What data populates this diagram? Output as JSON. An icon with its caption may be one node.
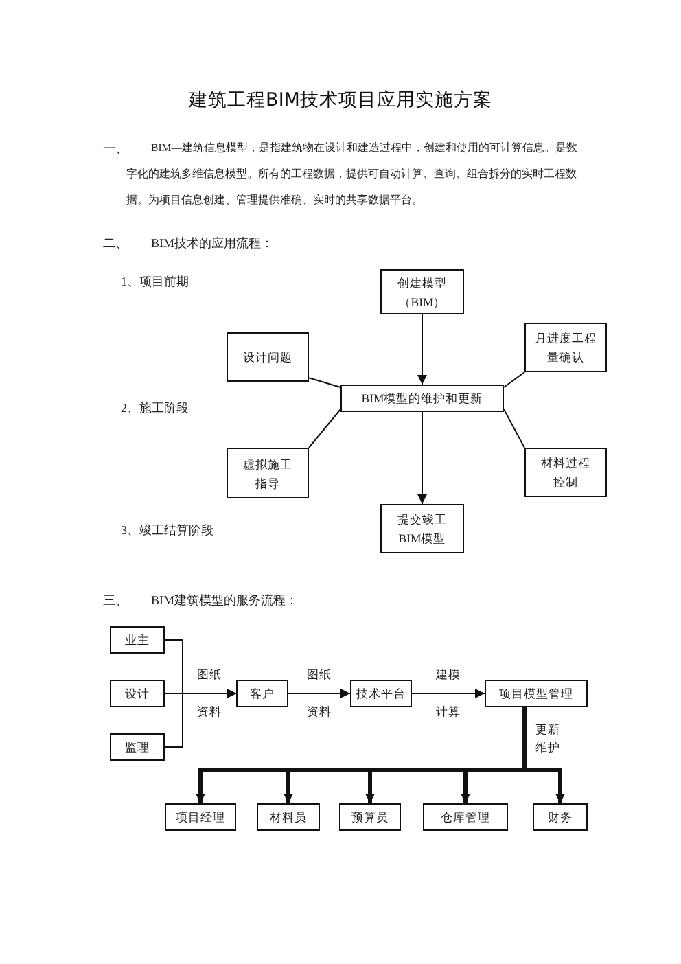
{
  "diagram": {
    "title": "建筑工程BIM技术项目应用实施方案",
    "nodes": [
      {
        "text": [
          "创建模型（BIM）"
        ]
      },
      {
        "text": [
          "设计问题"
        ]
      },
      {
        "text": [
          "月进度工程量确认"
        ]
      },
      {
        "text": [
          "BIM模型的维护和更新"
        ]
      },
      {
        "text": [
          "虚拟施工指导"
        ]
      },
      {
        "text": [
          "材料过程控制"
        ]
      },
      {
        "text": [
          "提交竣工BIM模型"
        ]
      },
      {
        "text": [
          "业主"
        ]
      },
      {
        "text": [
          "设计"
        ]
      },
      {
        "text": [
          "监理"
        ]
      },
      {
        "text": [
          "客户"
        ]
      },
      {
        "text": [
          "技术平台"
        ]
      },
      {
        "text": [
          "项目模型管理"
        ]
      },
      {
        "text": [
          "项目经理"
        ]
      },
      {
        "text": [
          "材料员"
        ]
      },
      {
        "text": [
          "预算员"
        ]
      },
      {
        "text": [
          "仓库管理"
        ]
      },
      {
        "text": [
          "财务"
        ]
      }
    ],
    "edges": [
      {
        "from": 0,
        "to": 3,
        "arrow": "to"
      },
      {
        "from": 1,
        "to": 3,
        "arrow": "none"
      },
      {
        "from": 2,
        "to": 3,
        "arrow": "none"
      },
      {
        "from": 4,
        "to": 3,
        "arrow": "none"
      },
      {
        "from": 5,
        "to": 3,
        "arrow": "none"
      },
      {
        "from": 3,
        "to": 6,
        "arrow": "to"
      },
      {
        "from": 7,
        "to": 10,
        "arrow": "to"
      },
      {
        "from": 8,
        "to": 10,
        "arrow": "to",
        "label": "图纸资料"
      },
      {
        "from": 9,
        "to": 10,
        "arrow": "to"
      },
      {
        "from": 10,
        "to": 11,
        "arrow": "to",
        "label": "图纸资料"
      },
      {
        "from": 11,
        "to": 12,
        "arrow": "to",
        "label": "建模计算"
      },
      {
        "from": 12,
        "to": 13,
        "arrow": "to",
        "style": "thick",
        "label": "更新维护"
      },
      {
        "from": 12,
        "to": 14,
        "arrow": "to",
        "style": "thick"
      },
      {
        "from": 12,
        "to": 15,
        "arrow": "to",
        "style": "thick"
      },
      {
        "from": 12,
        "to": 16,
        "arrow": "to",
        "style": "thick"
      },
      {
        "from": 12,
        "to": 17,
        "arrow": "to",
        "style": "thick"
      }
    ],
    "labels": [
      "一、",
      "BIM—建筑信息模型，是指建筑物在设计和建造过程中，创建和使用的可计算信息。是数字化的建筑多维信息模型。所有的工程数据，提供可自动计算、查询、组合拆分的实时工程数据。为项目信息创建、管理提供准确、实时的共享数据平台。",
      "二、",
      "BIM技术的应用流程：",
      "1、项目前期",
      "2、施工阶段",
      "3、竣工结算阶段",
      "三、",
      "BIM建筑模型的服务流程："
    ]
  }
}
